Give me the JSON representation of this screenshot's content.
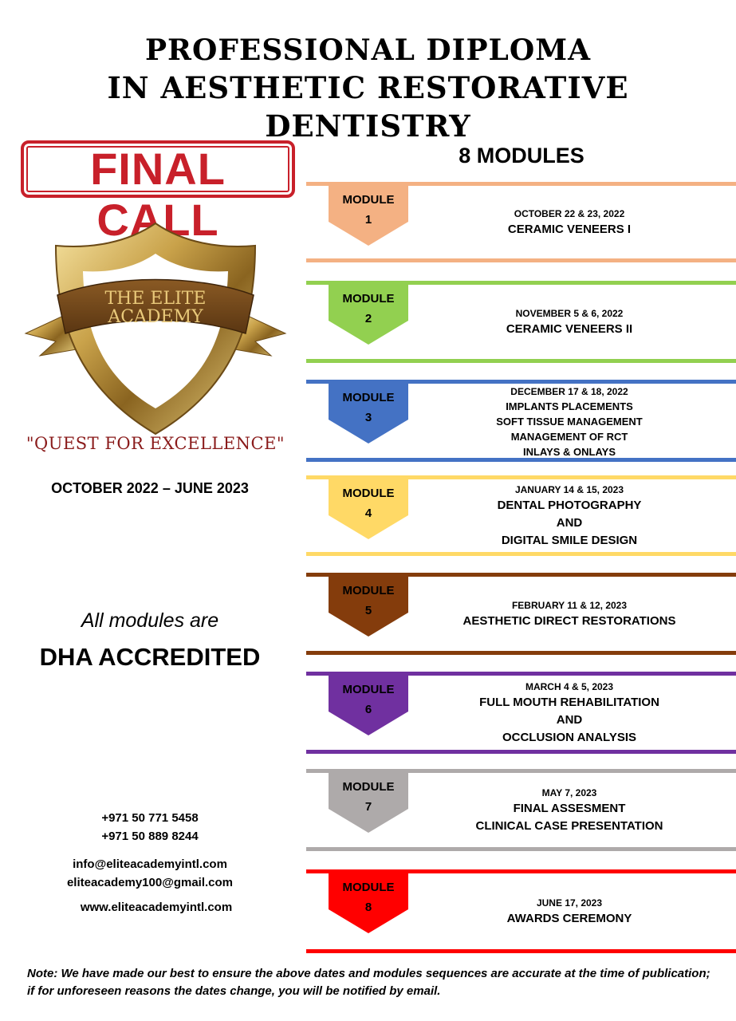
{
  "header": {
    "title_line1": "PROFESSIONAL DIPLOMA",
    "title_line2": "IN AESTHETIC RESTORATIVE DENTISTRY"
  },
  "left": {
    "stamp": "FINAL CALL",
    "logo_line1": "THE ELITE",
    "logo_line2": "ACADEMY",
    "tagline": "\"QUEST FOR EXCELLENCE\"",
    "period": "OCTOBER 2022 – JUNE 2023",
    "accredit_line1": "All modules are",
    "accredit_line2": "DHA ACCREDITED",
    "phones": [
      "+971 50 771 5458",
      "+971 50 889 8244"
    ],
    "emails": [
      "info@eliteacademyintl.com",
      "eliteacademy100@gmail.com"
    ],
    "website": "www.eliteacademyintl.com"
  },
  "modules_title": "8 MODULES",
  "modules": [
    {
      "label": "MODULE",
      "number": "1",
      "color": "#f4b183",
      "date": "OCTOBER 22 & 23, 2022",
      "lines": [
        "CERAMIC VENEERS I"
      ]
    },
    {
      "label": "MODULE",
      "number": "2",
      "color": "#92d050",
      "date": "NOVEMBER 5 & 6, 2022",
      "lines": [
        "CERAMIC VENEERS II"
      ]
    },
    {
      "label": "MODULE",
      "number": "3",
      "color": "#4472c4",
      "date": "DECEMBER 17 & 18, 2022",
      "lines": [
        "IMPLANTS PLACEMENTS",
        "SOFT TISSUE MANAGEMENT",
        "MANAGEMENT OF RCT",
        "INLAYS & ONLAYS"
      ]
    },
    {
      "label": "MODULE",
      "number": "4",
      "color": "#ffd966",
      "date": "JANUARY 14 & 15, 2023",
      "lines": [
        "DENTAL PHOTOGRAPHY",
        "AND",
        "DIGITAL SMILE DESIGN"
      ]
    },
    {
      "label": "MODULE",
      "number": "5",
      "color": "#843c0c",
      "date": "FEBRUARY 11 & 12, 2023",
      "lines": [
        "AESTHETIC DIRECT RESTORATIONS"
      ]
    },
    {
      "label": "MODULE",
      "number": "6",
      "color": "#7030a0",
      "date": "MARCH 4 & 5, 2023",
      "lines": [
        "FULL MOUTH REHABILITATION",
        "AND",
        "OCCLUSION ANALYSIS"
      ]
    },
    {
      "label": "MODULE",
      "number": "7",
      "color": "#aeaaaa",
      "date": "MAY 7, 2023",
      "lines": [
        "FINAL ASSESMENT",
        "CLINICAL CASE PRESENTATION"
      ]
    },
    {
      "label": "MODULE",
      "number": "8",
      "color": "#ff0000",
      "date": "JUNE 17, 2023",
      "lines": [
        "AWARDS CEREMONY"
      ]
    }
  ],
  "note": "Note: We have made our best to ensure the above dates and modules sequences are accurate at the time of publication; if for unforeseen reasons the dates change, you will be notified by email."
}
